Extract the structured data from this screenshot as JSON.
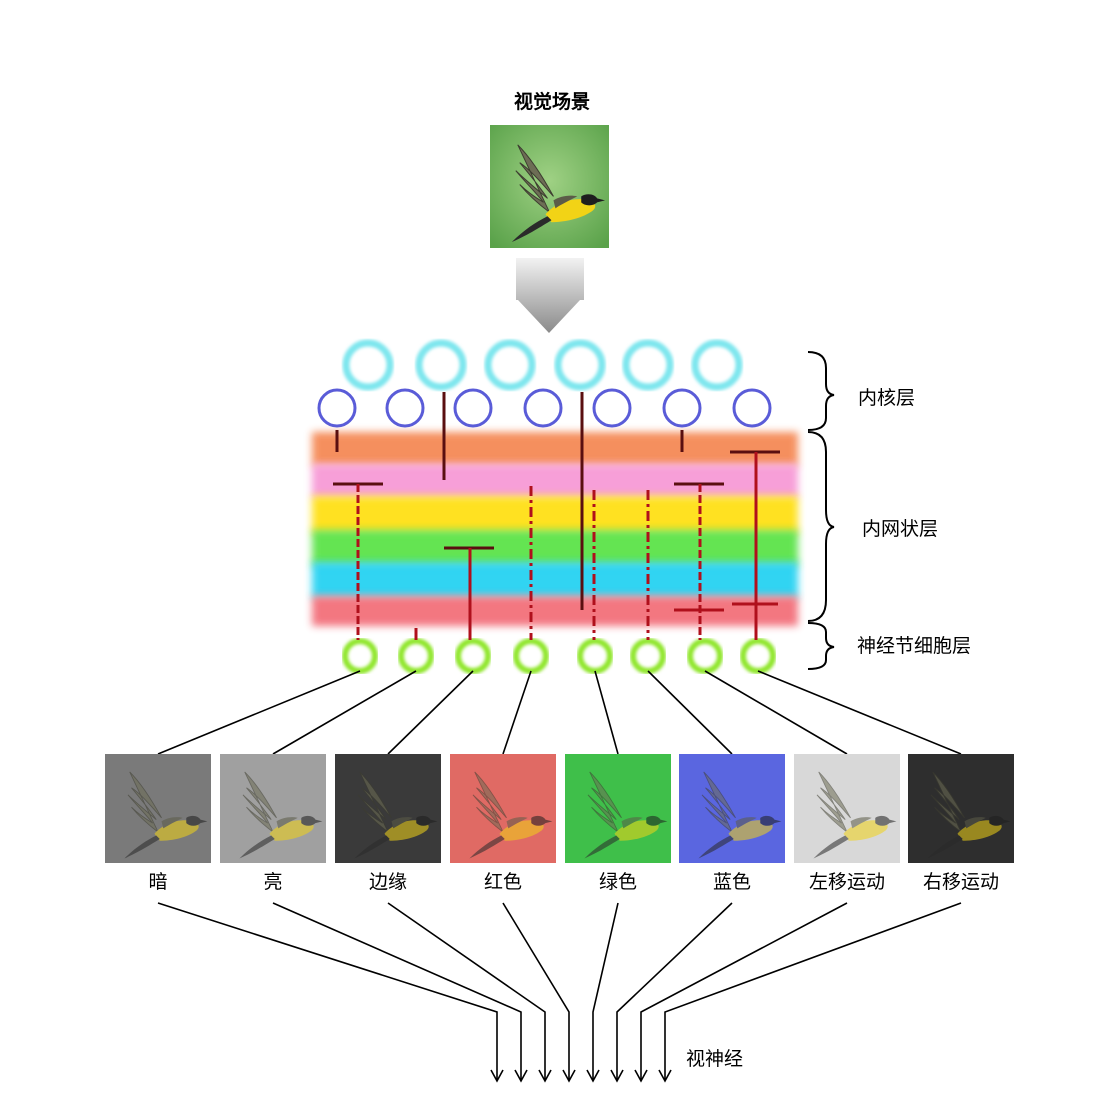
{
  "scene_title": "视觉场景",
  "layers": {
    "inner_nuclear": "内核层",
    "inner_plexiform": "内网状层",
    "ganglion": "神经节细胞层"
  },
  "channels": [
    {
      "label": "暗",
      "tint": "#7a7a7a"
    },
    {
      "label": "亮",
      "tint": "#a0a0a0"
    },
    {
      "label": "边缘",
      "tint": "#3a3a3a"
    },
    {
      "label": "红色",
      "tint": "#e06a64"
    },
    {
      "label": "绿色",
      "tint": "#3fbf4a"
    },
    {
      "label": "蓝色",
      "tint": "#5a66e0"
    },
    {
      "label": "左移运动",
      "tint": "#d8d8d8"
    },
    {
      "label": "右移运动",
      "tint": "#2e2e2e"
    }
  ],
  "optic_nerve": "视神经",
  "colors": {
    "band_orange": "#f58a56",
    "band_pink": "#f79ad6",
    "band_yellow": "#ffe014",
    "band_green": "#5be34a",
    "band_cyan": "#27d2f2",
    "band_red": "#f3707a",
    "cell_top": "#7ee6ee",
    "cell_mid": "#5a5cd8",
    "cell_ganglion": "#8fe62a",
    "neurite": "#b0101c"
  }
}
